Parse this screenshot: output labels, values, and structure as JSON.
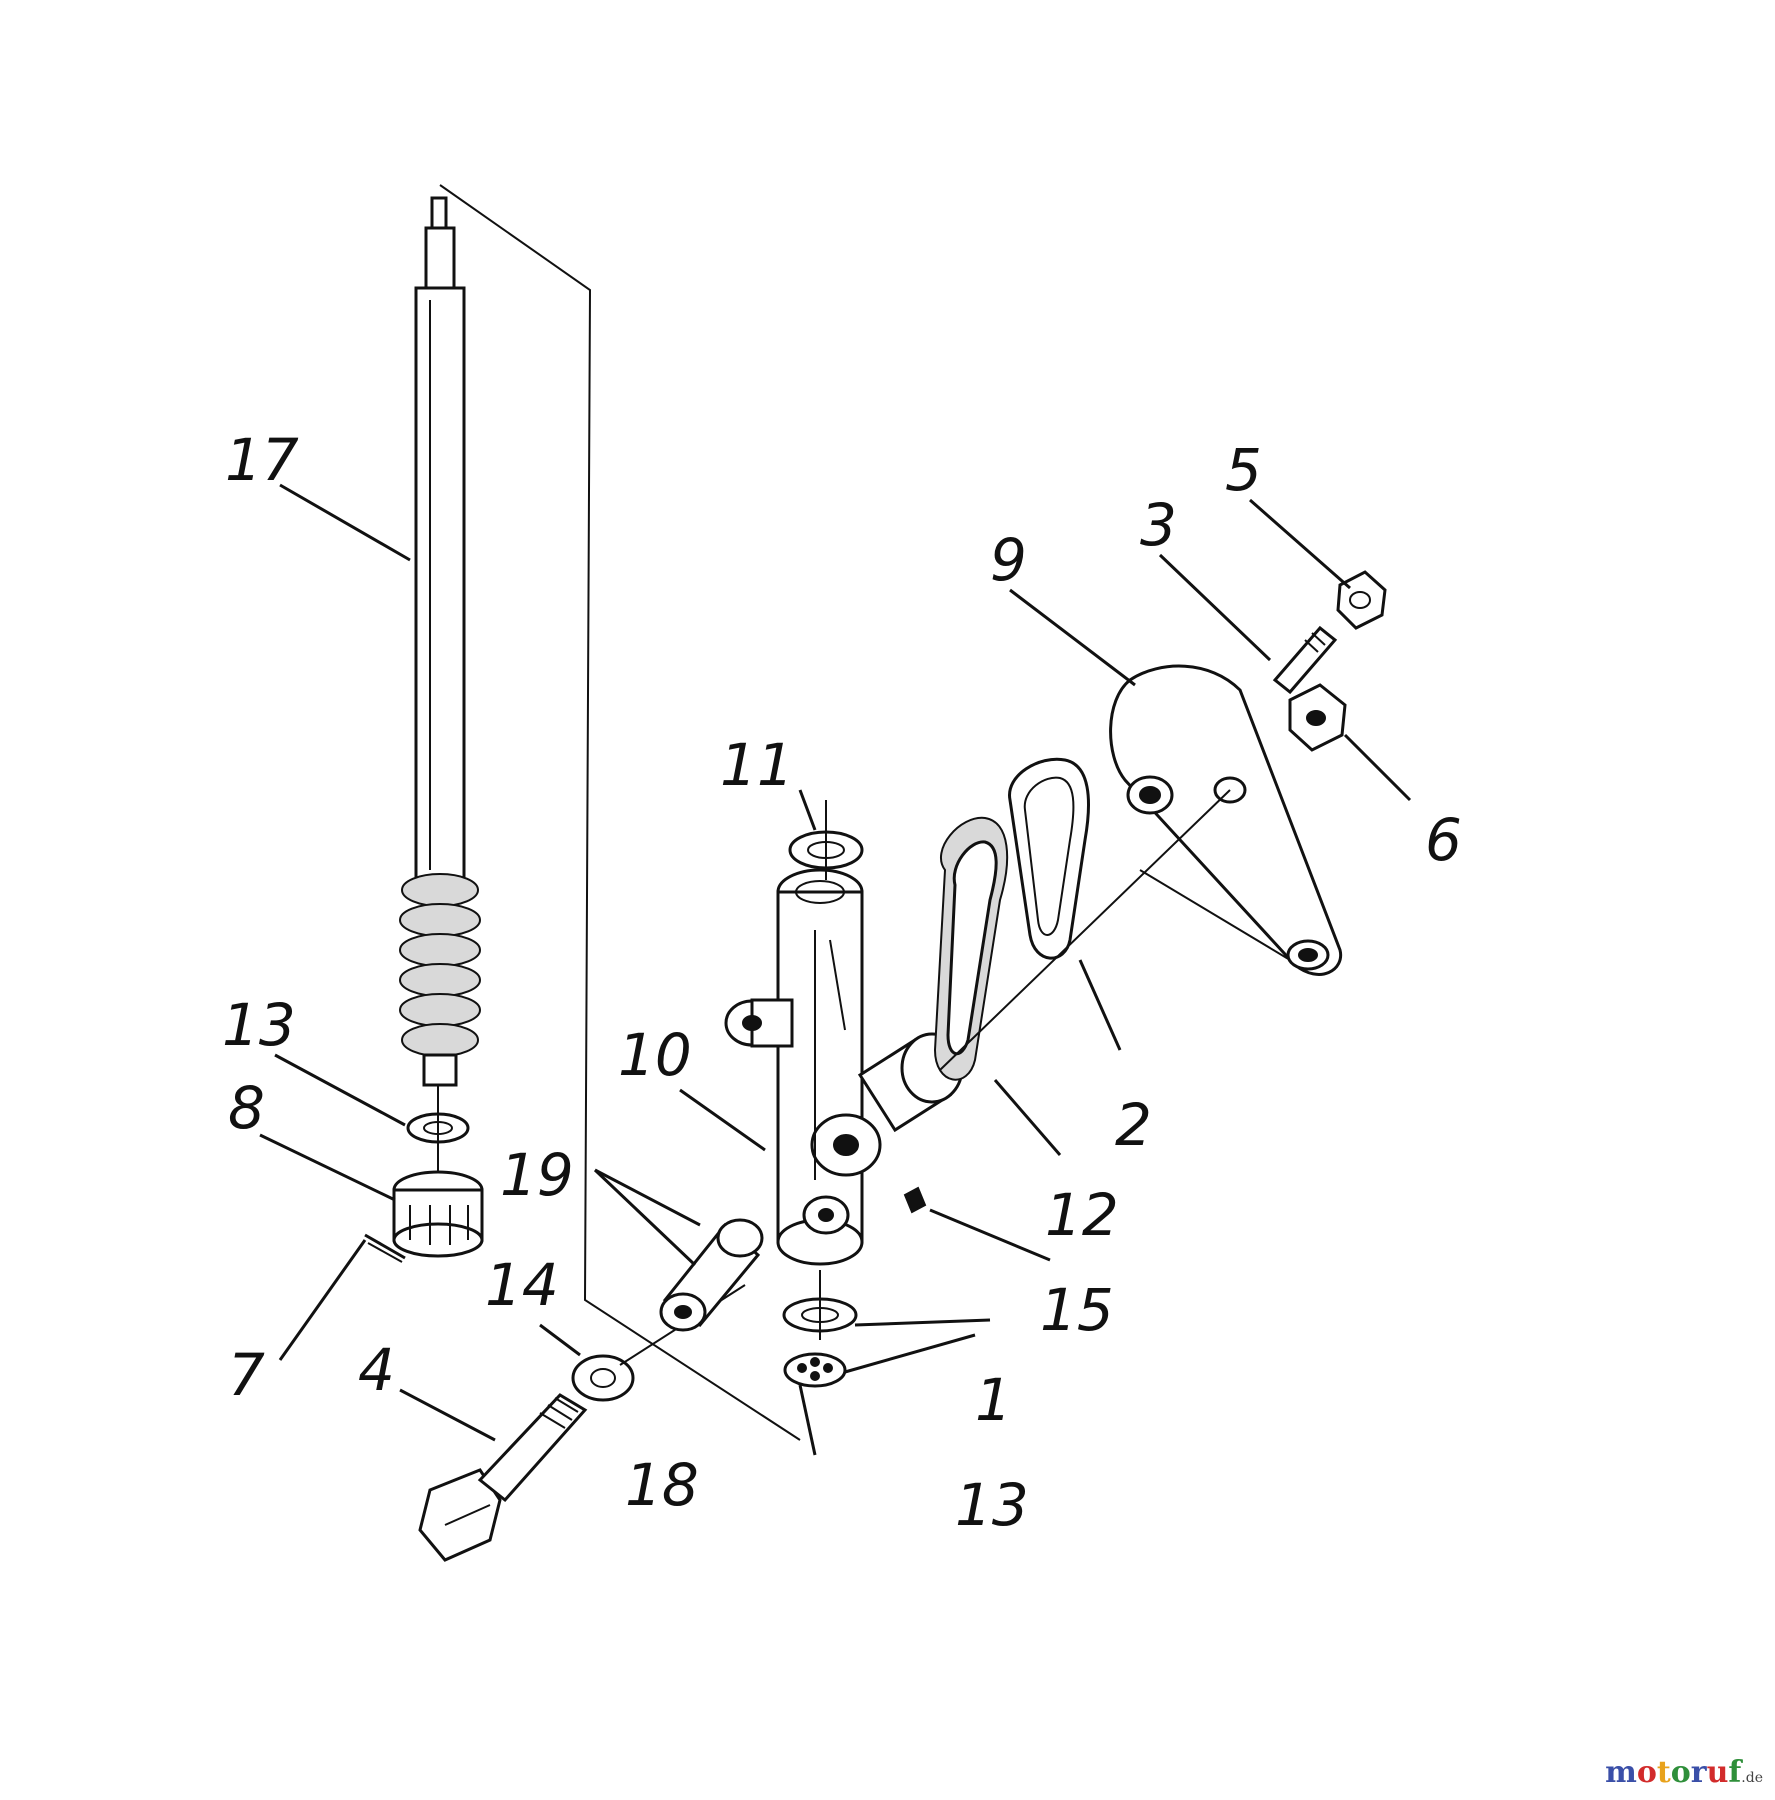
{
  "callouts": {
    "p1": "1",
    "p2": "2",
    "p3": "3",
    "p4": "4",
    "p5": "5",
    "p6": "6",
    "p7": "7",
    "p8": "8",
    "p9": "9",
    "p10": "10",
    "p11": "11",
    "p12": "12",
    "p13a": "13",
    "p13b": "13",
    "p14": "14",
    "p15": "15",
    "p17": "17",
    "p18": "18",
    "p19": "19"
  },
  "watermark": {
    "brand": "motoruf",
    "suffix": ".de",
    "colors": [
      "#3a4fa8",
      "#d22b2b",
      "#e8a21c",
      "#2f8f3a",
      "#3a4fa8",
      "#d22b2b",
      "#2f8f3a"
    ]
  }
}
